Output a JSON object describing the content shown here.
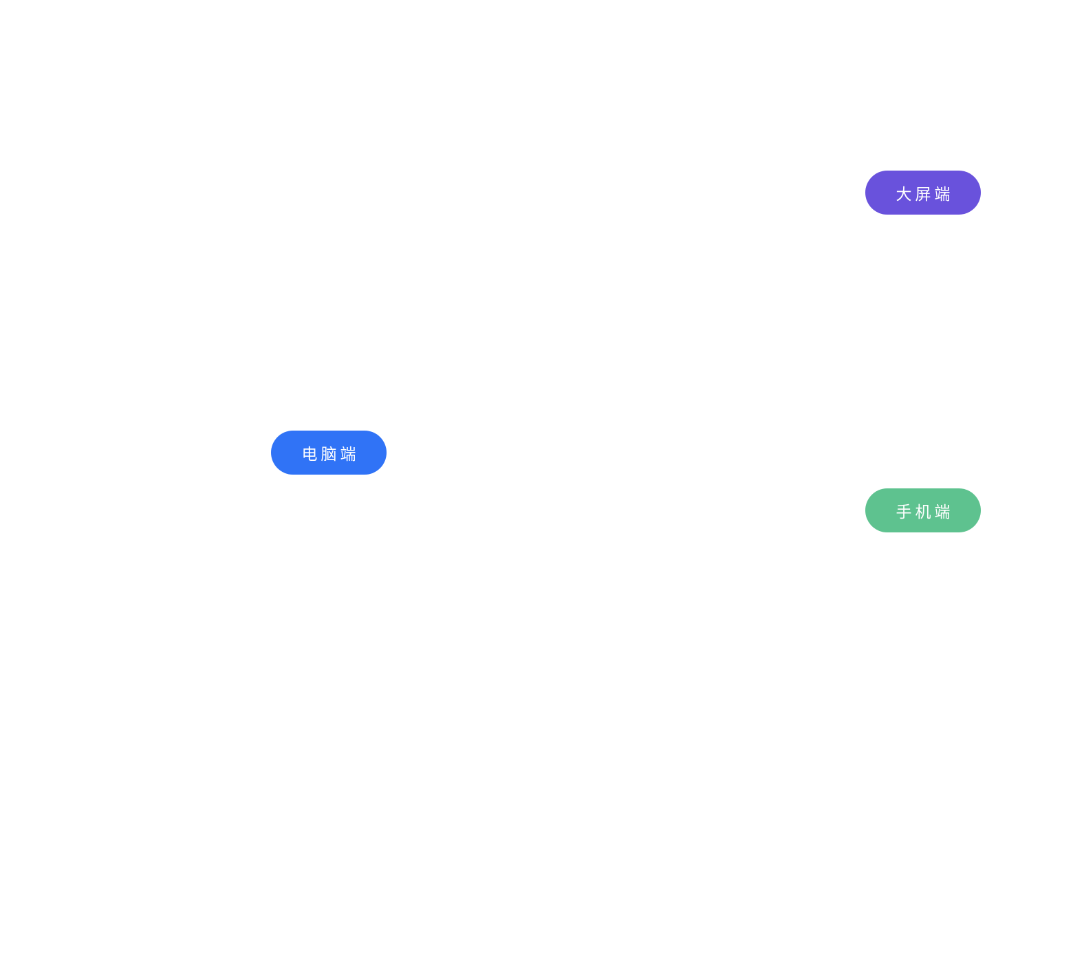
{
  "platforms": {
    "big_screen": {
      "label": "大屏端",
      "color": "#6952DC"
    },
    "pc": {
      "label": "电脑端",
      "color": "#3073F6"
    },
    "mobile": {
      "label": "手机端",
      "color": "#5EC28F"
    }
  }
}
